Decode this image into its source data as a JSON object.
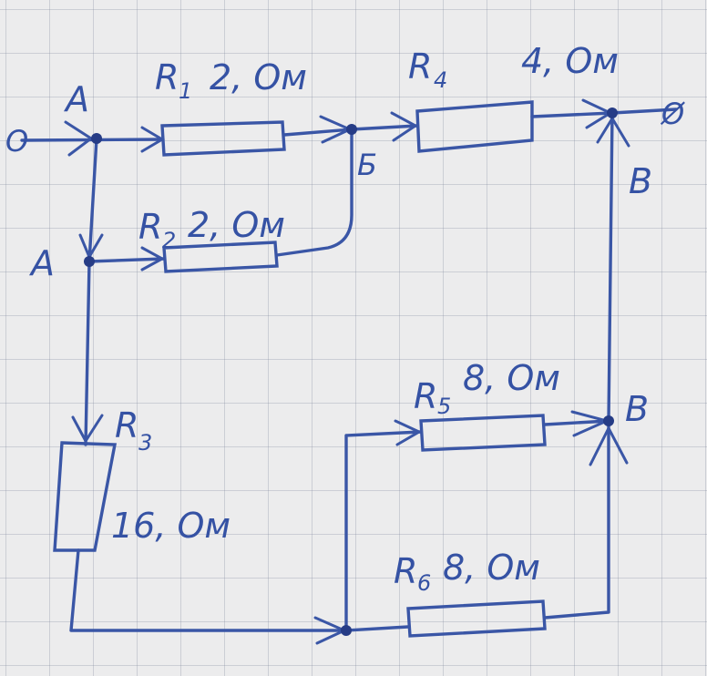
{
  "nodes": {
    "a_top": "A",
    "a_mid": "A",
    "b": "Б",
    "v_top": "В",
    "v_mid": "В"
  },
  "terminals": {
    "left": "O",
    "right": "Ø"
  },
  "resistors": {
    "r1": {
      "label": "R",
      "sub": "1",
      "value": "2, Ом"
    },
    "r2": {
      "label": "R",
      "sub": "2",
      "value": "2, Ом"
    },
    "r3": {
      "label": "R",
      "sub": "3",
      "value": "16, Ом"
    },
    "r4": {
      "label": "R",
      "sub": "4",
      "value": "4, Ом"
    },
    "r5": {
      "label": "R",
      "sub": "5",
      "value": "8, Ом"
    },
    "r6": {
      "label": "R",
      "sub": "6",
      "value": "8, Ом"
    }
  },
  "colors": {
    "ink": "#3a56a6",
    "paper": "#ececed",
    "grid": "#a6adbd"
  }
}
